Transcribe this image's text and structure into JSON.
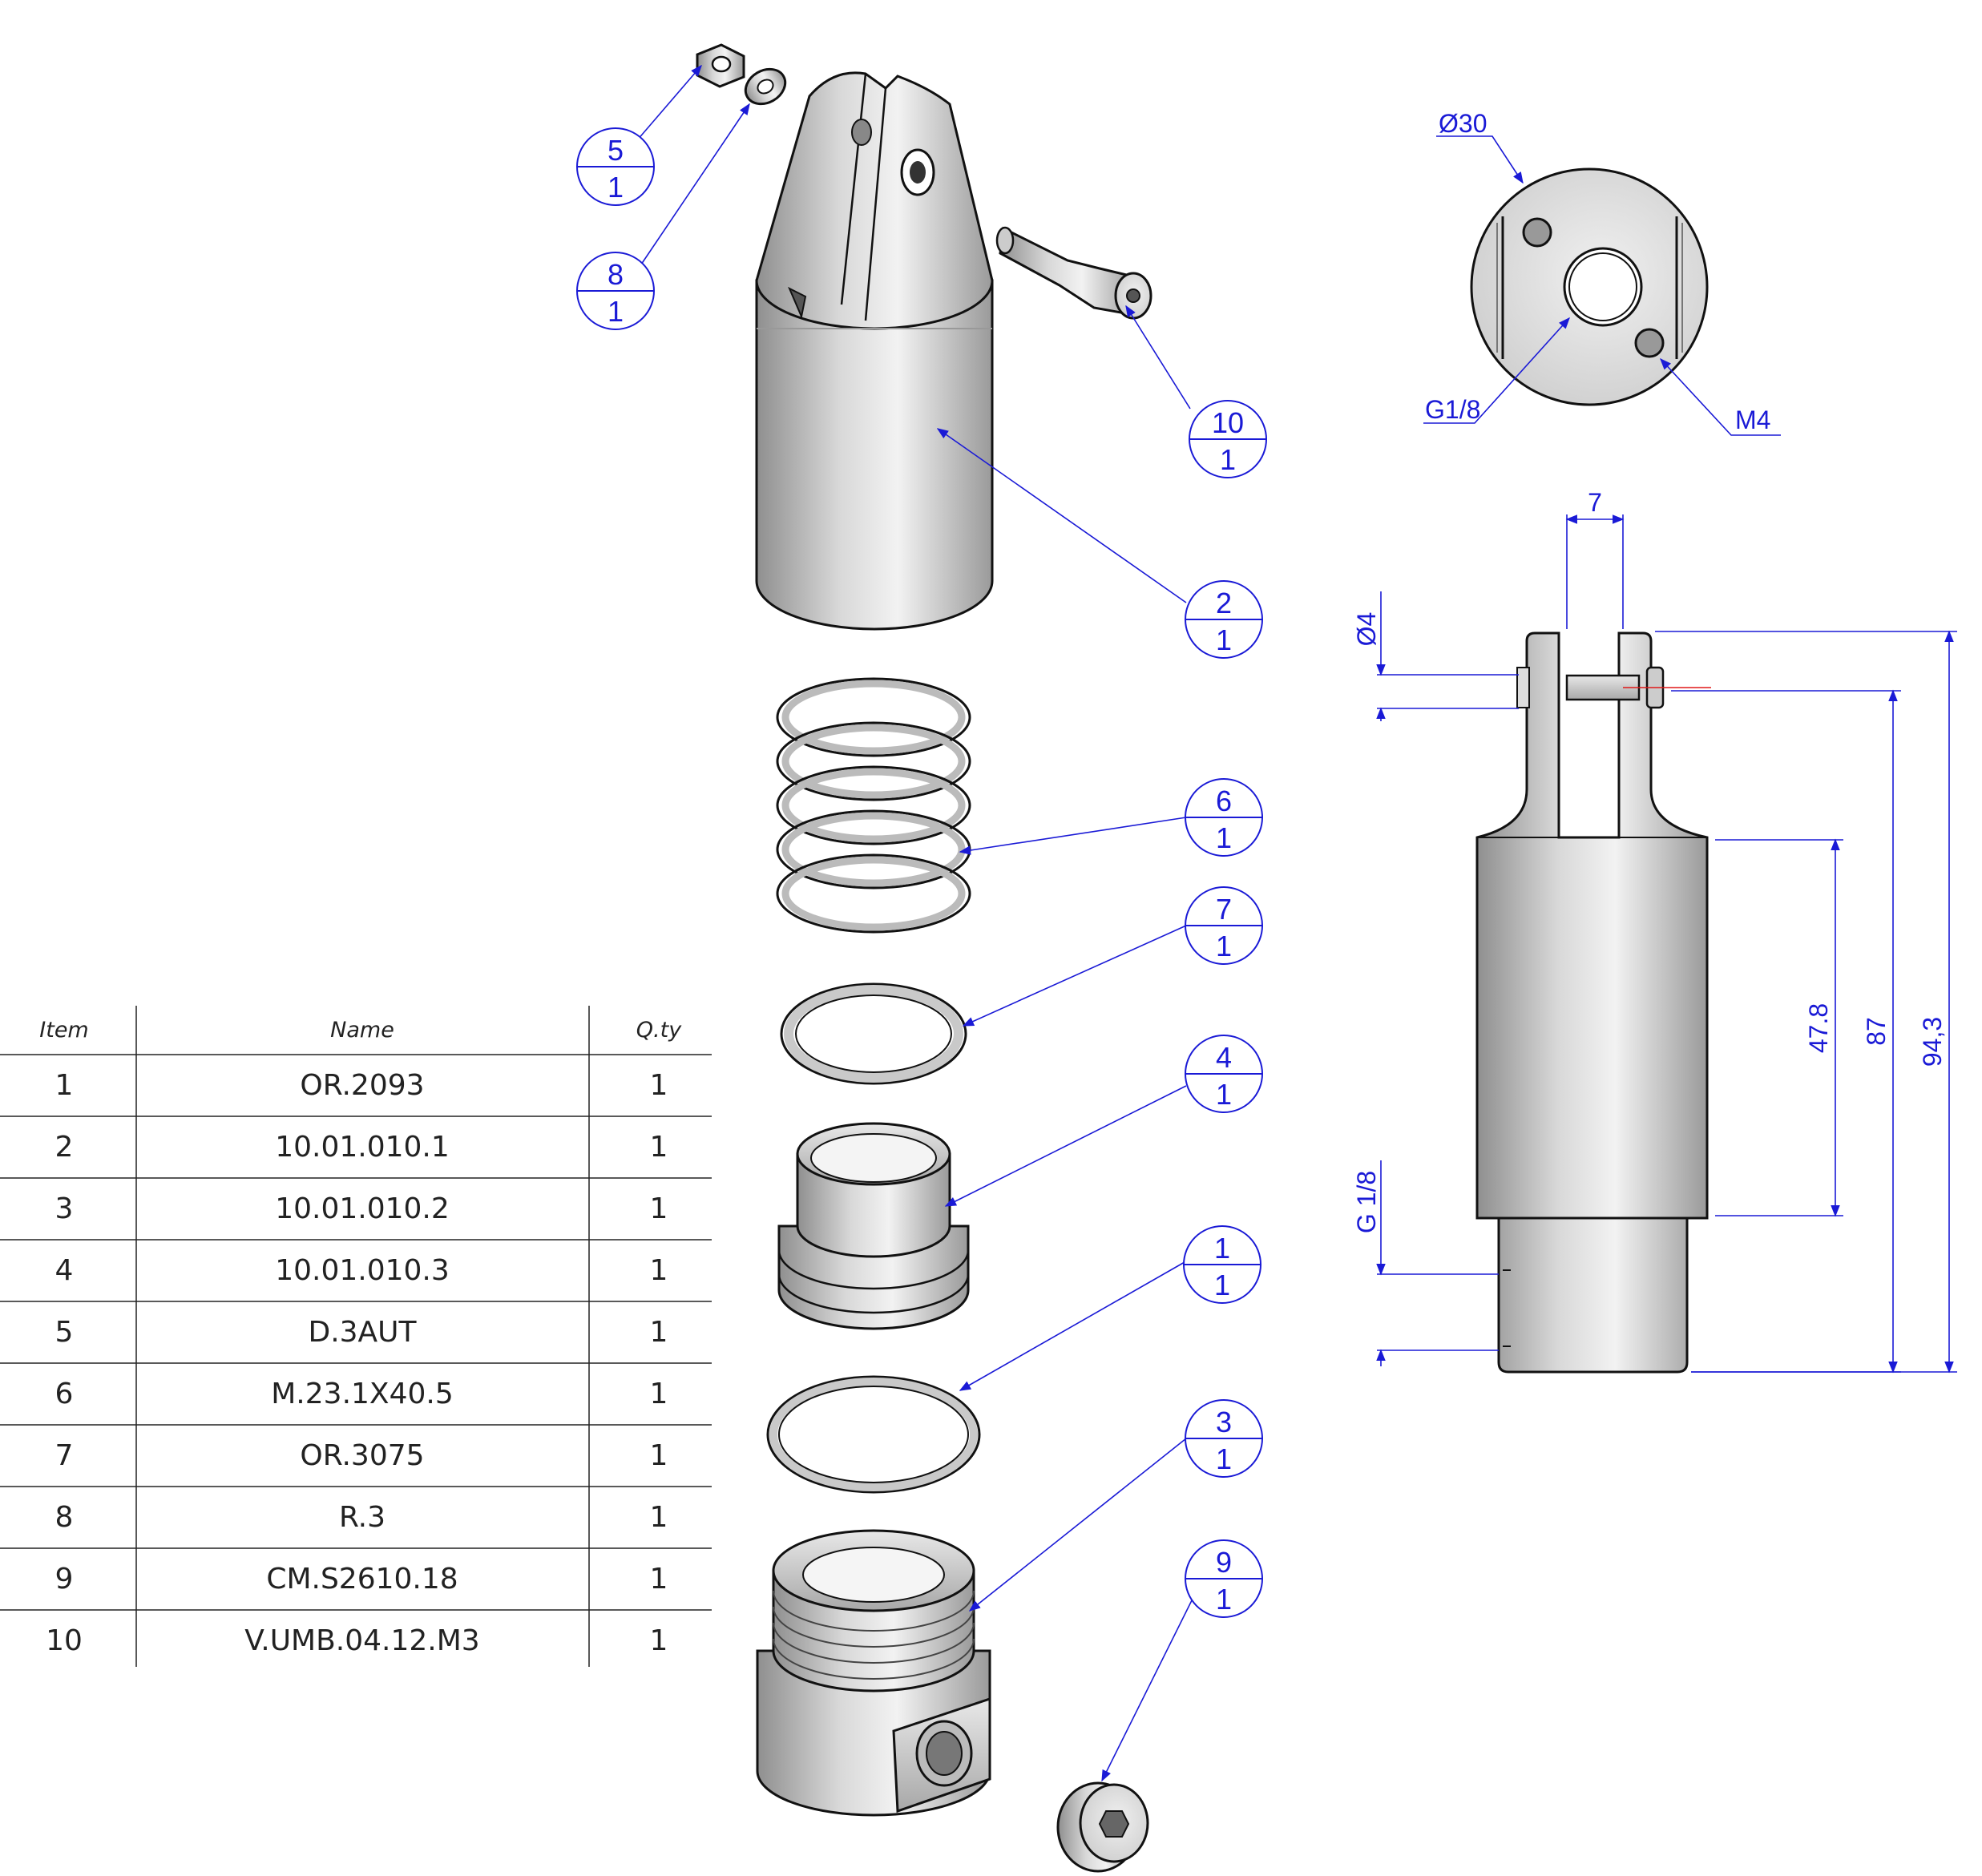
{
  "bom": {
    "headers": {
      "item": "Item",
      "name": "Name",
      "qty": "Q.ty"
    },
    "rows": [
      {
        "item": "1",
        "name": "OR.2093",
        "qty": "1"
      },
      {
        "item": "2",
        "name": "10.01.010.1",
        "qty": "1"
      },
      {
        "item": "3",
        "name": "10.01.010.2",
        "qty": "1"
      },
      {
        "item": "4",
        "name": "10.01.010.3",
        "qty": "1"
      },
      {
        "item": "5",
        "name": "D.3AUT",
        "qty": "1"
      },
      {
        "item": "6",
        "name": "M.23.1X40.5",
        "qty": "1"
      },
      {
        "item": "7",
        "name": "OR.3075",
        "qty": "1"
      },
      {
        "item": "8",
        "name": "R.3",
        "qty": "1"
      },
      {
        "item": "9",
        "name": "CM.S2610.18",
        "qty": "1"
      },
      {
        "item": "10",
        "name": "V.UMB.04.12.M3",
        "qty": "1"
      }
    ]
  },
  "balloons": [
    {
      "item": "5",
      "qty": "1"
    },
    {
      "item": "8",
      "qty": "1"
    },
    {
      "item": "10",
      "qty": "1"
    },
    {
      "item": "2",
      "qty": "1"
    },
    {
      "item": "6",
      "qty": "1"
    },
    {
      "item": "7",
      "qty": "1"
    },
    {
      "item": "4",
      "qty": "1"
    },
    {
      "item": "1",
      "qty": "1"
    },
    {
      "item": "3",
      "qty": "1"
    },
    {
      "item": "9",
      "qty": "1"
    }
  ],
  "dimensions": {
    "top_view_diameter": "Ø30",
    "top_view_port": "G1/8",
    "top_view_thread": "M4",
    "clevis_width": "7",
    "pin_diameter": "Ø4",
    "body_length": "47.8",
    "pin_to_base": "87",
    "overall_length": "94,3",
    "side_port": "G 1/8"
  },
  "colors": {
    "annotation": "#1a1ad6",
    "line": "#111111",
    "metal_light": "#e6e6e6",
    "metal_dark": "#8a8a8a"
  }
}
